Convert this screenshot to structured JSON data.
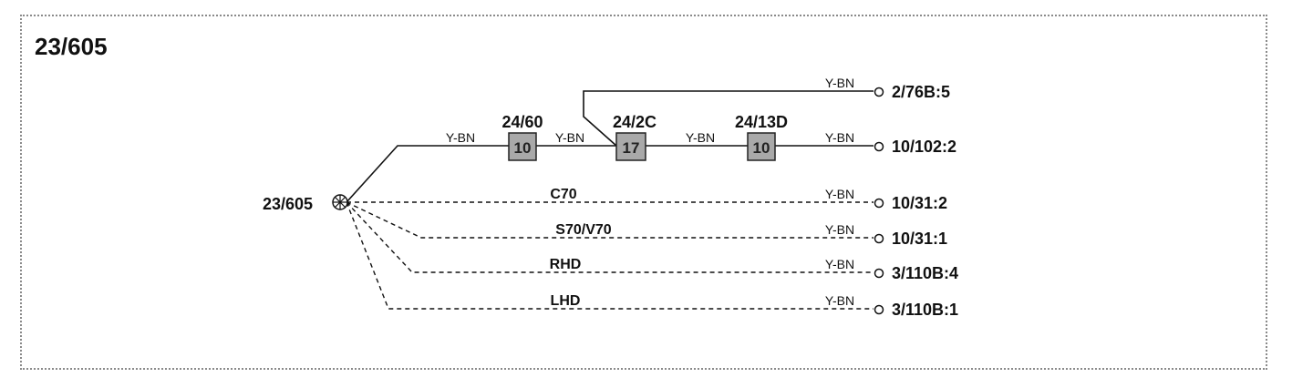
{
  "diagram": {
    "title": "23/605",
    "ground": {
      "label": "23/605"
    },
    "connectors": [
      {
        "id": "24/60",
        "pin": "10"
      },
      {
        "id": "24/2C",
        "pin": "17"
      },
      {
        "id": "24/13D",
        "pin": "10"
      }
    ],
    "wire_color": "Y-BN",
    "terminals": [
      "2/76B:5",
      "10/102:2",
      "10/31:2",
      "10/31:1",
      "3/110B:4",
      "3/110B:1"
    ],
    "variants": [
      "C70",
      "S70/V70",
      "RHD",
      "LHD"
    ]
  }
}
